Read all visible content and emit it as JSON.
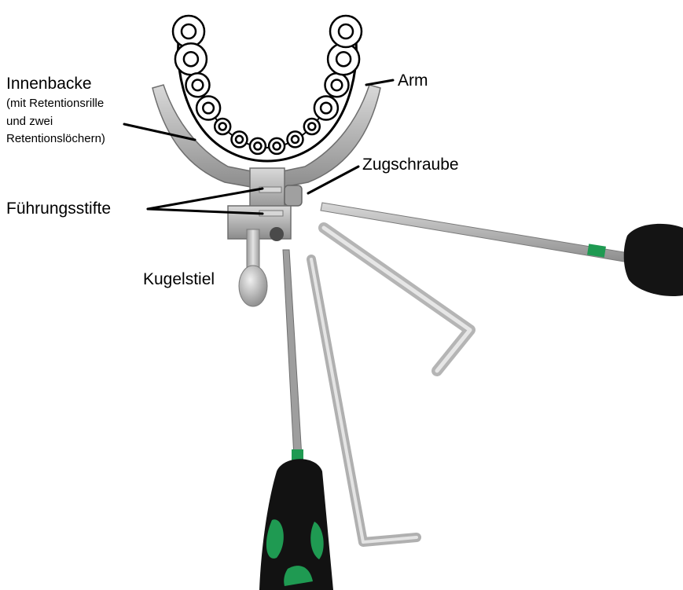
{
  "labels": {
    "innenbacke": "Innenbacke",
    "innenbacke_note_1": "(mit Retentionsrille",
    "innenbacke_note_2": "und zwei",
    "innenbacke_note_3": "Retentionslöchern)",
    "arm": "Arm",
    "zugschraube": "Zugschraube",
    "fuehrungsstifte": "Führungsstifte",
    "kugelstiel": "Kugelstiel"
  },
  "colors": {
    "metal": "#b8b8b8",
    "metal_dark": "#8e8e8e",
    "handle": "#111111",
    "handle_accent": "#1f9a52",
    "outline": "#000000"
  }
}
